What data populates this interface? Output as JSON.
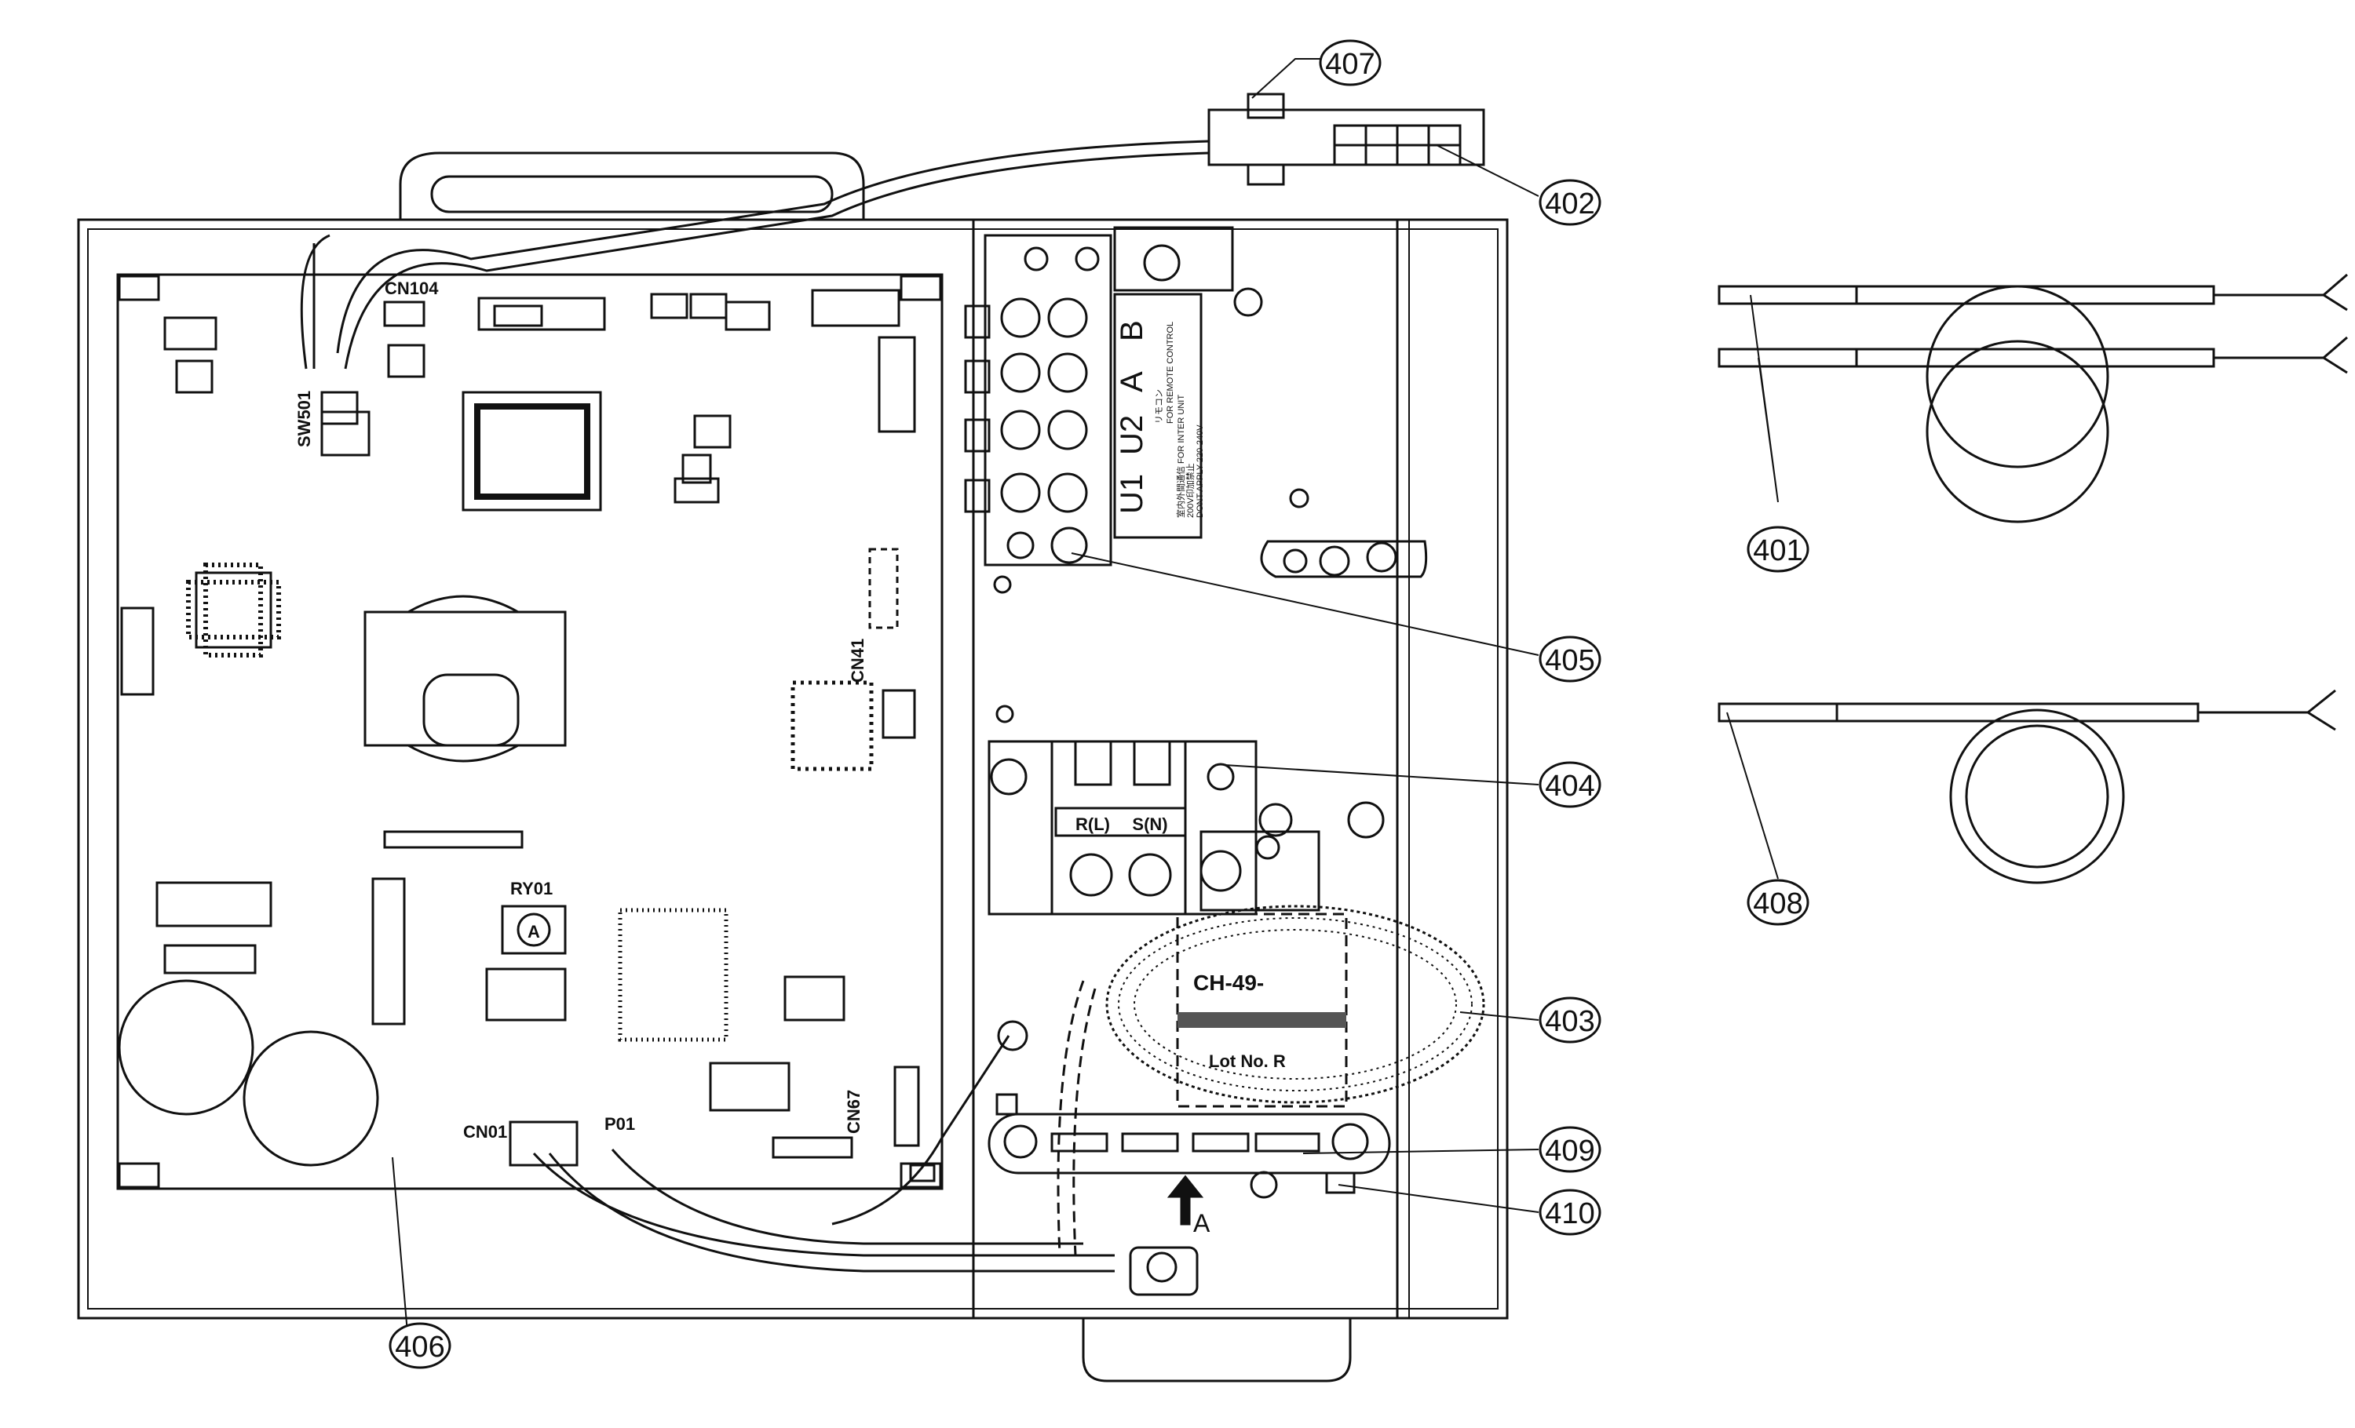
{
  "pcb": {
    "cn104": "CN104",
    "sw501": "SW501",
    "cn41": "CN41",
    "ry01": "RY01",
    "ry01_mark": "A",
    "cn01": "CN01",
    "p01": "P01",
    "cn67": "CN67"
  },
  "terminal_block": {
    "terminals": [
      "B",
      "A",
      "U2",
      "U1"
    ],
    "label_lines": [
      "リモコン",
      "FOR REMOTE CONTROL",
      "室内外間通信 FOR INTER UNIT",
      "200V印加禁止",
      "DONT APPLY 220-240V"
    ]
  },
  "power_terminal": {
    "r": "R(L)",
    "s": "S(N)"
  },
  "ferrite": {
    "model": "CH-49-",
    "lot": "Lot No. R"
  },
  "arrow_label": "A",
  "callouts": {
    "c401": "401",
    "c402": "402",
    "c403": "403",
    "c404": "404",
    "c405": "405",
    "c406": "406",
    "c407": "407",
    "c408": "408",
    "c409": "409",
    "c410": "410"
  }
}
